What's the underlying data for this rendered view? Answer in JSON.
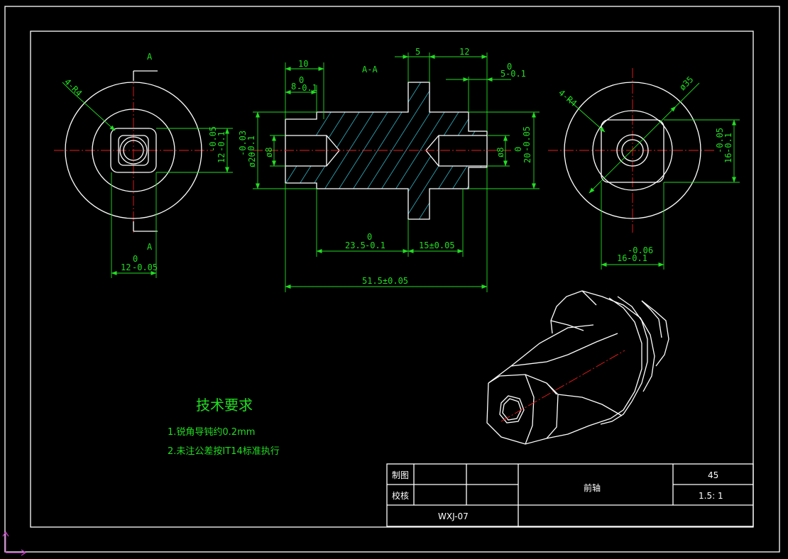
{
  "views": {
    "left_view": {
      "section_mark_top": "A",
      "section_mark_bottom": "A",
      "fillet_note": "4-R4"
    },
    "section_view": {
      "title": "A-A"
    },
    "right_view": {
      "fillet_note": "4-R4",
      "diameter_note": "ø35"
    }
  },
  "dimensions": {
    "left_width": "12",
    "left_width_tol_upper": "0",
    "left_width_tol_lower": "-0.05",
    "left_height": "12",
    "left_height_tol_upper": "-0.05",
    "left_height_tol_lower": "-0.1",
    "dim_10": "10",
    "dim_8": "8",
    "dim_8_tol_upper": "0",
    "dim_8_tol_lower": "-0.1",
    "dim_5": "5",
    "dim_12": "12",
    "dim_5b": "5",
    "dim_5b_tol_upper": "0",
    "dim_5b_tol_lower": "-0.1",
    "dia_20": "ø20",
    "dia_20_tol_upper": "-0.03",
    "dia_20_tol_lower": "-0.1",
    "bore_left": "ø8",
    "bore_right": "ø8",
    "dim_20": "20",
    "dim_20_tol_upper": "0",
    "dim_20_tol_lower": "-0.05",
    "dim_23_5": "23.5",
    "dim_23_5_tol_upper": "0",
    "dim_23_5_tol_lower": "-0.1",
    "dim_15": "15±0.05",
    "dim_51_5": "51.5±0.05",
    "right_height": "16",
    "right_height_tol_upper": "-0.05",
    "right_height_tol_lower": "-0.1",
    "right_width": "16",
    "right_width_tol_upper": "-0.06",
    "right_width_tol_lower": "-0.1"
  },
  "notes": {
    "title": "技术要求",
    "items": [
      "1.锐角导钝约0.2mm",
      "2.未注公差按IT14标准执行"
    ]
  },
  "title_block": {
    "drawn_label": "制图",
    "checked_label": "校核",
    "part_name": "前轴",
    "material": "45",
    "scale": "1.5: 1",
    "drawing_no": "WXJ-07"
  },
  "colors": {
    "background": "#000000",
    "outline": "#ffffff",
    "dimension": "#22dd22",
    "centerline": "#ee1c1c",
    "hatch": "#2fb6c8",
    "ucs_icon": "#c040c0"
  }
}
